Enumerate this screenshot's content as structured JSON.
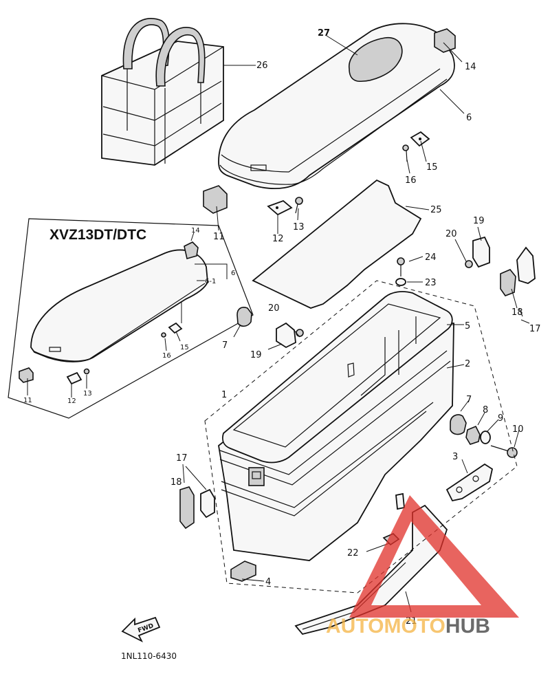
{
  "model_label": "XVZ13DT/DTC",
  "diagram_code": "1NL110-6430",
  "fwd_label": "FWD",
  "watermark": {
    "part1": "AUTO",
    "part2": "MOTO",
    "part3": "HUB",
    "color_orange": "#f5b342",
    "color_red": "#e0302a",
    "color_dark": "#3a3a3a"
  },
  "callouts": {
    "c1": "1",
    "c2": "2",
    "c3": "3",
    "c4": "4",
    "c5": "5",
    "c6": "6",
    "c7a": "7",
    "c7b": "7",
    "c8": "8",
    "c9": "9",
    "c10": "10",
    "c11": "11",
    "c12": "12",
    "c13": "13",
    "c14": "14",
    "c15": "15",
    "c16": "16",
    "c17a": "17",
    "c17b": "17",
    "c18a": "18",
    "c18b": "18",
    "c19a": "19",
    "c19b": "19",
    "c20a": "20",
    "c20b": "20",
    "c21": "21",
    "c22": "22",
    "c23": "23",
    "c24": "24",
    "c25": "25",
    "c26": "26",
    "c27": "27",
    "i6": "6",
    "i61": "6-1",
    "i11": "11",
    "i12": "12",
    "i13": "13",
    "i14": "14",
    "i15": "15",
    "i16": "16"
  }
}
